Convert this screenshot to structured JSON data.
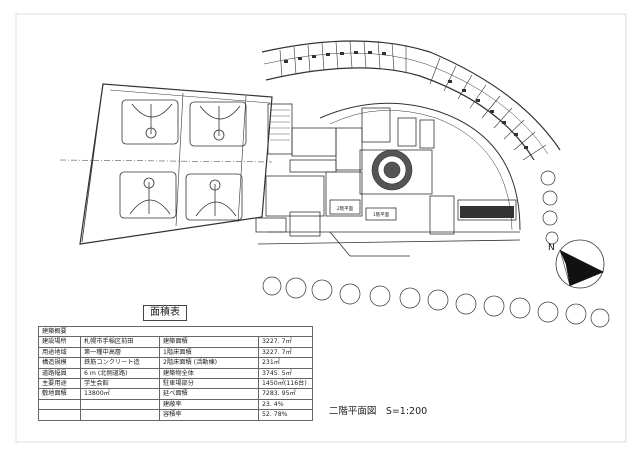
{
  "area_table_title": "面積表",
  "plan_title": "二階平面図　S=1:200",
  "north_symbol": "N",
  "floor_labels": [
    "2階平面",
    "1階平面"
  ],
  "summary": {
    "header": "建築概要",
    "rows": [
      {
        "k": "建設場所",
        "v": "札幌市手稲区前田",
        "k2": "建築面積",
        "v2": "3227. 7㎡"
      },
      {
        "k": "用途地域",
        "v": "第一種中高層",
        "k2": "1階床面積",
        "v2": "3227. 7㎡"
      },
      {
        "k": "構造規模",
        "v": "鉄筋コンクリート造",
        "k2": "2階床面積 (活動棟)",
        "v2": "231㎡"
      },
      {
        "k": "道路幅員",
        "v": "6 m (北側道路)",
        "k2": "建築物全体",
        "v2": "3745. 5㎡"
      },
      {
        "k": "主要用途",
        "v": "学生会館",
        "k2": "駐車場部分",
        "v2": "1450㎡(116台)"
      },
      {
        "k": "敷地面積",
        "v": "13800㎡",
        "k2": "延べ面積",
        "v2": "7283. 95㎡"
      },
      {
        "k": "",
        "v": "",
        "k2": "建蔽率",
        "v2": "23. 4%"
      },
      {
        "k": "",
        "v": "",
        "k2": "容積率",
        "v2": "52. 78%"
      }
    ]
  }
}
